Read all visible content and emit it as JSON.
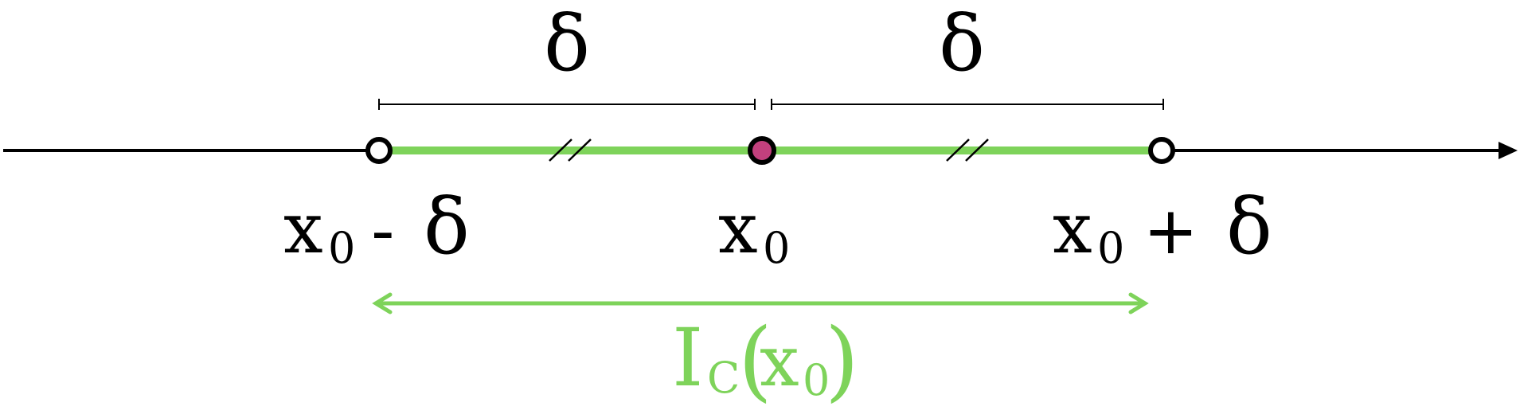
{
  "colors": {
    "axis": "#000000",
    "interval": "#7ed35a",
    "center_point": "#c2407d",
    "background": "#ffffff"
  },
  "delta_left": "δ",
  "delta_right": "δ",
  "labels": {
    "left": {
      "base": "x",
      "sub": "0",
      "op": "-",
      "delta": "δ"
    },
    "center": {
      "base": "x",
      "sub": "0"
    },
    "right": {
      "base": "x",
      "sub": "0",
      "op": "+",
      "delta": "δ"
    }
  },
  "interval_label": {
    "base": "I",
    "sub": "C",
    "open": "(",
    "arg": "x",
    "arg_sub": "0",
    "close": ")"
  },
  "icons": [
    "arrow-right-icon",
    "double-arrow-icon",
    "open-circle-icon",
    "filled-circle-icon"
  ]
}
